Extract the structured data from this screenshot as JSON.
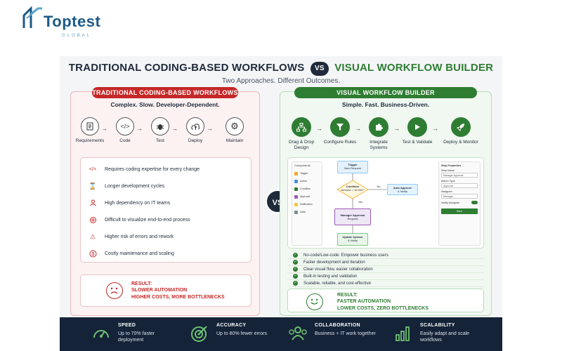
{
  "brand": {
    "name": "Toptest",
    "sub": "GLOBAL",
    "color": "#1d5a8a"
  },
  "title": {
    "left": "TRADITIONAL CODING-BASED WORKFLOWS",
    "vs": "VS",
    "right": "VISUAL WORKFLOW BUILDER",
    "subtitle": "Two Approaches. Different Outcomes."
  },
  "left": {
    "header": "TRADITIONAL CODING-BASED WORKFLOWS",
    "tagline": "Complex. Slow. Developer-Dependent.",
    "steps": [
      {
        "label": "Requirements",
        "icon": "document-icon"
      },
      {
        "label": "Code",
        "icon": "code-icon"
      },
      {
        "label": "Test",
        "icon": "bug-icon"
      },
      {
        "label": "Deploy",
        "icon": "cloud-upload-icon"
      },
      {
        "label": "Maintain",
        "icon": "gear-icon"
      }
    ],
    "items": [
      {
        "text": "Requires coding expertise for every change",
        "icon": "code-icon"
      },
      {
        "text": "Longer development cycles",
        "icon": "hourglass-icon"
      },
      {
        "text": "High dependency on IT teams",
        "icon": "people-icon"
      },
      {
        "text": "Difficult to visualize end-to-end process",
        "icon": "brain-icon"
      },
      {
        "text": "Higher risk of errors and rework",
        "icon": "warning-icon"
      },
      {
        "text": "Costly maintenance and scaling",
        "icon": "dollar-icon"
      }
    ],
    "result": {
      "label": "RESULT:",
      "line1": "SLOWER AUTOMATION",
      "line2": "HIGHER COSTS, MORE BOTTLENECKS"
    }
  },
  "right": {
    "header": "VISUAL WORKFLOW BUILDER",
    "tagline": "Simple. Fast. Business-Driven.",
    "steps": [
      {
        "label": "Drag & Drop Design",
        "icon": "flowchart-icon"
      },
      {
        "label": "Configure Rules",
        "icon": "funnel-icon"
      },
      {
        "label": "Integrate Systems",
        "icon": "puzzle-icon"
      },
      {
        "label": "Test & Validate",
        "icon": "play-icon"
      },
      {
        "label": "Deploy & Monitor",
        "icon": "rocket-icon"
      }
    ],
    "builder": {
      "components_title": "Components",
      "components": [
        "Trigger",
        "Action",
        "Condition",
        "Approval",
        "Notification",
        "Data"
      ],
      "component_colors": [
        "#f5a623",
        "#4a90d9",
        "#2e7d32",
        "#9b59b6",
        "#f5c542",
        "#7f8c8d"
      ],
      "nodes": {
        "trigger": "Trigger",
        "trigger_sub": "New Request",
        "condition": "Condition",
        "condition_sub": "Amount > 10,000?",
        "no": "No",
        "yes": "Yes",
        "auto": "Auto Approve",
        "auto_sub": "& Notify",
        "manager": "Manager Approval",
        "manager_sub": "Request",
        "update": "Update System",
        "update_sub": "& Notify"
      },
      "props": {
        "title": "Step Properties",
        "step_name_label": "Step Name",
        "step_name_value": "Manager Approval",
        "action_type_label": "Action Type",
        "action_type_value": "Approval",
        "assignee_label": "Assignee",
        "assignee_value": "Manager",
        "notify_label": "Notify Assignee",
        "save": "Save"
      }
    },
    "checks": [
      "No-code/Low-code: Empower business users",
      "Faster development and iteration",
      "Clear visual flow, easier collaboration",
      "Built-in testing and validation",
      "Scalable, reliable, and cost-effective"
    ],
    "result": {
      "label": "RESULT:",
      "line1": "FASTER AUTOMATION",
      "line2": "LOWER COSTS, ZERO BOTTLENECKS"
    }
  },
  "center_vs": "VS",
  "stats": [
    {
      "title": "SPEED",
      "desc": "Up to 70% faster deployment",
      "icon": "speedometer-icon"
    },
    {
      "title": "ACCURACY",
      "desc": "Up to 80% fewer errors",
      "icon": "target-icon"
    },
    {
      "title": "COLLABORATION",
      "desc": "Business + IT work together",
      "icon": "team-icon"
    },
    {
      "title": "SCALABILITY",
      "desc": "Easily adapt and scale workflows",
      "icon": "bar-chart-icon"
    }
  ],
  "colors": {
    "red": "#c62828",
    "green": "#2e7d32",
    "navy": "#142338"
  }
}
